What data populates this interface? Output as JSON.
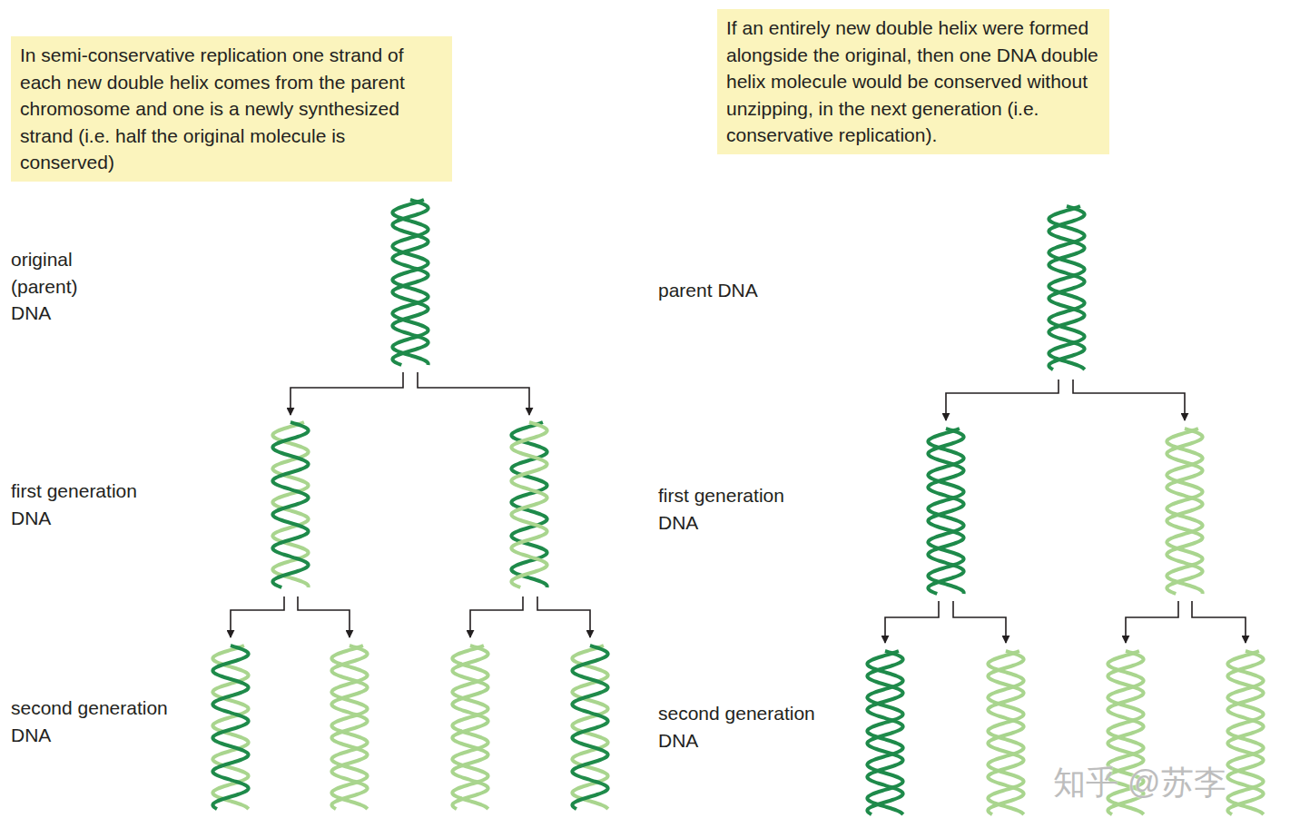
{
  "diagram": {
    "nodes": [
      {
        "text": [
          "In semi-conservative replication one strand of each new double helix comes from the parent chromosome and one is a newly synthesized strand (i.e. half the original molecule is conserved)"
        ]
      },
      {
        "text": [
          "If an entirely new double helix were formed alongside the original, then one DNA double helix molecule would be conserved without unzipping, in the next generation (i.e. conservative replication)."
        ]
      }
    ],
    "labels": [
      "original (parent) DNA",
      "first generation DNA",
      "second generation DNA",
      "parent DNA",
      "first generation DNA",
      "second generation DNA",
      "知乎 @苏李"
    ]
  }
}
